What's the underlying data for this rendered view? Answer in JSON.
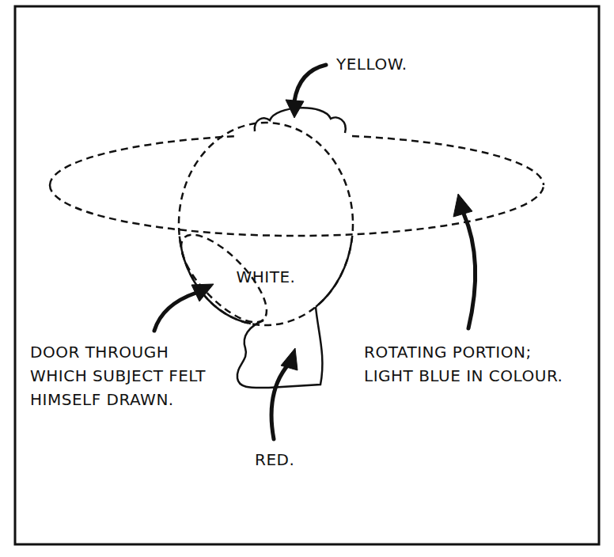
{
  "diagram": {
    "nodes": [
      {
        "text": [
          "WHITE."
        ]
      }
    ],
    "labels": [
      "YELLOW.",
      "DOOR THROUGH WHICH SUBJECT FELT HIMSELF DRAWN.",
      "RED.",
      "ROTATING PORTION; LIGHT BLUE IN COLOUR."
    ]
  }
}
